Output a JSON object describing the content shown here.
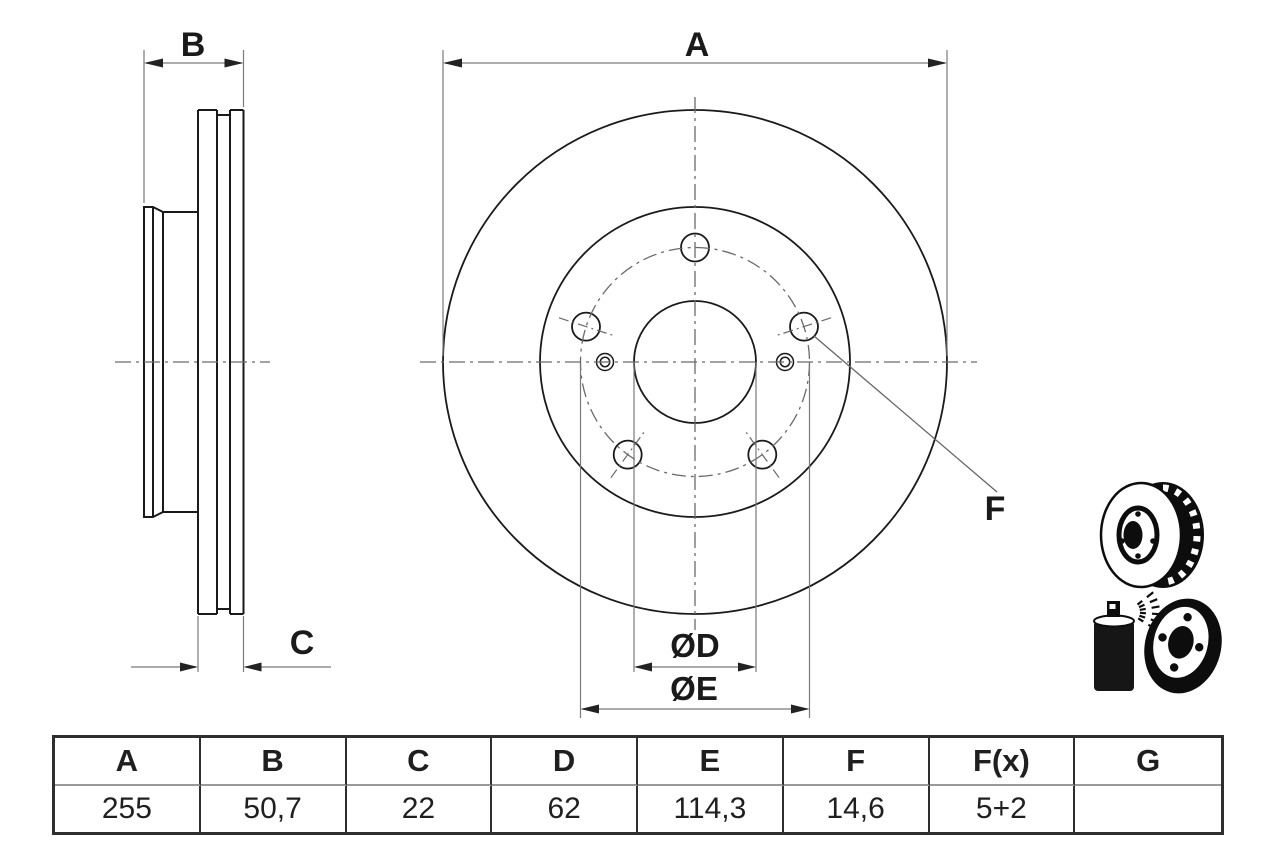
{
  "drawing": {
    "dimension_labels": {
      "a": "A",
      "b": "B",
      "c": "C",
      "d": "ØD",
      "e": "ØE",
      "f": "F"
    }
  },
  "icons": {
    "top": "vented-brake-disc-3d-icon",
    "bottom": "spray-coated-brake-disc-icon"
  },
  "table": {
    "headers": [
      "A",
      "B",
      "C",
      "D",
      "E",
      "F",
      "F(x)",
      "G"
    ],
    "values": [
      "255",
      "50,7",
      "22",
      "62",
      "114,3",
      "14,6",
      "5+2",
      ""
    ]
  },
  "colors": {
    "object_line": "#1a1a1a",
    "dimension_line": "#7a7a7a",
    "centerline": "#6a6a6a",
    "arrowhead": "#222222",
    "background": "#ffffff"
  }
}
